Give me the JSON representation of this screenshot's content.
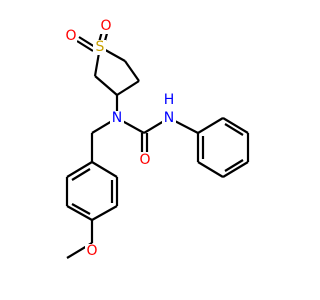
{
  "molecule": {
    "colors": {
      "bond": "#000000",
      "oxygen": "#ff0000",
      "sulfur": "#c8a000",
      "nitrogen": "#0000ff",
      "carbon": "#000000"
    },
    "atom_labels": {
      "sulfonyl_oxygen_top": "O",
      "sulfonyl_oxygen_left": "O",
      "sulfur": "S",
      "urea_nitrogen_nh": "H",
      "urea_nitrogen_nh_n": "N",
      "urea_nitrogen_tertiary": "N",
      "carbonyl_oxygen": "O",
      "methoxy_oxygen": "O"
    }
  }
}
